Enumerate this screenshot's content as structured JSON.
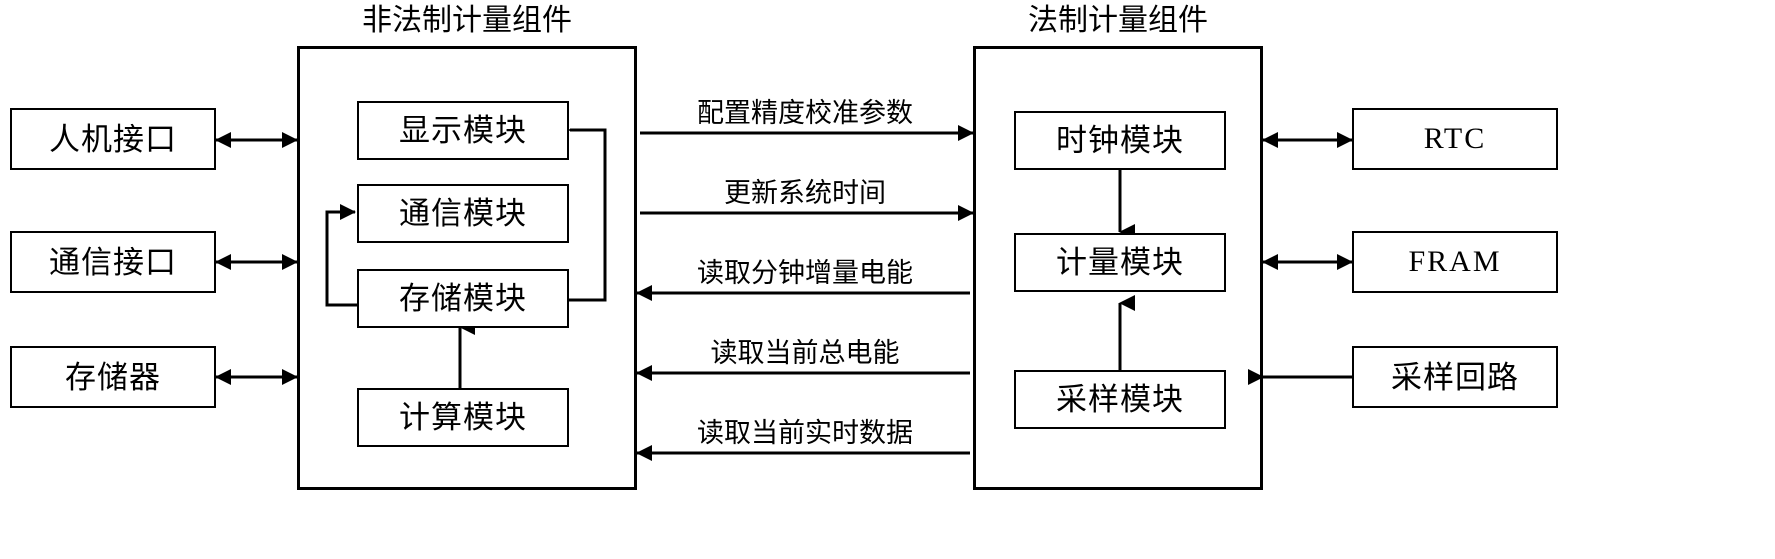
{
  "diagram": {
    "title_left": "非法制计量组件",
    "title_right": "法制计量组件",
    "left_peripherals": [
      {
        "label": "人机接口",
        "connector": "bidirectional-arrow"
      },
      {
        "label": "通信接口",
        "connector": "bidirectional-arrow"
      },
      {
        "label": "存储器",
        "connector": "bidirectional-arrow"
      }
    ],
    "left_modules": [
      {
        "label": "显示模块"
      },
      {
        "label": "通信模块"
      },
      {
        "label": "存储模块"
      },
      {
        "label": "计算模块"
      }
    ],
    "right_modules": [
      {
        "label": "时钟模块"
      },
      {
        "label": "计量模块"
      },
      {
        "label": "采样模块"
      }
    ],
    "right_peripherals": [
      {
        "label": "RTC",
        "connector": "bidirectional-arrow"
      },
      {
        "label": "FRAM",
        "connector": "bidirectional-arrow"
      },
      {
        "label": "采样回路",
        "connector": "left-arrow"
      }
    ],
    "bus_labels": [
      {
        "label": "配置精度校准参数",
        "direction": "left-to-right"
      },
      {
        "label": "更新系统时间",
        "direction": "left-to-right"
      },
      {
        "label": "读取分钟增量电能",
        "direction": "right-to-left"
      },
      {
        "label": "读取当前总电能",
        "direction": "right-to-left"
      },
      {
        "label": "读取当前实时数据",
        "direction": "right-to-left"
      }
    ],
    "colors": {
      "stroke": "#000000",
      "background": "#ffffff",
      "text": "#000000"
    }
  }
}
